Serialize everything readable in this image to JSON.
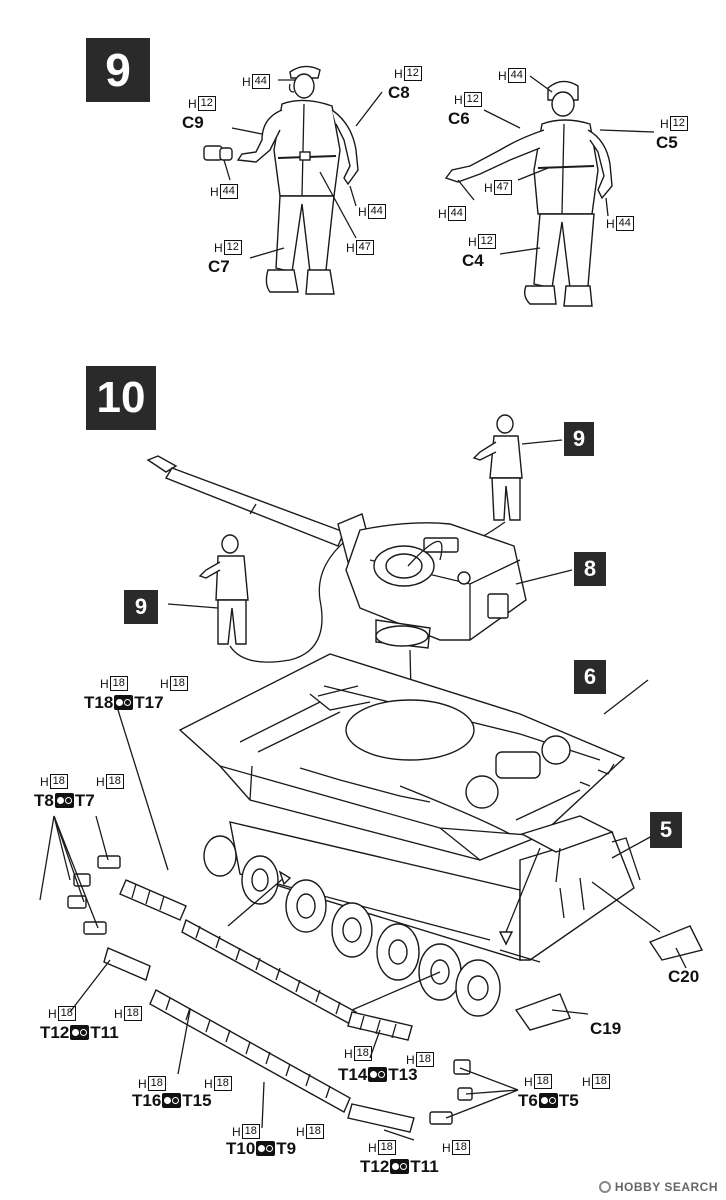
{
  "steps": [
    {
      "label": "9"
    },
    {
      "label": "10"
    }
  ],
  "step10_refs": {
    "ref_figure_right": "9",
    "ref_turret": "8",
    "ref_figure_left": "9",
    "ref_hull": "6",
    "ref_chassis": "5"
  },
  "step9": {
    "fig1": {
      "cap_paint": {
        "letter": "H",
        "num": "44"
      },
      "c8_paint": {
        "letter": "H",
        "num": "12"
      },
      "c8": "C8",
      "c9_paint": {
        "letter": "H",
        "num": "12"
      },
      "c9": "C9",
      "binocular_paint": {
        "letter": "H",
        "num": "44"
      },
      "hand_paint": {
        "letter": "H",
        "num": "44"
      },
      "belt_paint": {
        "letter": "H",
        "num": "47"
      },
      "c7_paint": {
        "letter": "H",
        "num": "12"
      },
      "c7": "C7"
    },
    "fig2": {
      "head_paint": {
        "letter": "H",
        "num": "44"
      },
      "c6_paint": {
        "letter": "H",
        "num": "12"
      },
      "c6": "C6",
      "c5_paint": {
        "letter": "H",
        "num": "12"
      },
      "c5": "C5",
      "belt_paint": {
        "letter": "H",
        "num": "47"
      },
      "left_hand_paint": {
        "letter": "H",
        "num": "44"
      },
      "right_hand_paint": {
        "letter": "H",
        "num": "44"
      },
      "c4_paint": {
        "letter": "H",
        "num": "12"
      },
      "c4": "C4"
    }
  },
  "step10_parts": {
    "t18_t17": {
      "paint_a": {
        "letter": "H",
        "num": "18"
      },
      "paint_b": {
        "letter": "H",
        "num": "18"
      },
      "a": "T18",
      "b": "T17"
    },
    "t8_t7": {
      "paint_a": {
        "letter": "H",
        "num": "18"
      },
      "paint_b": {
        "letter": "H",
        "num": "18"
      },
      "a": "T8",
      "b": "T7"
    },
    "t12_t11_a": {
      "paint_a": {
        "letter": "H",
        "num": "18"
      },
      "paint_b": {
        "letter": "H",
        "num": "18"
      },
      "a": "T12",
      "b": "T11"
    },
    "t14_t13": {
      "paint_a": {
        "letter": "H",
        "num": "18"
      },
      "paint_b": {
        "letter": "H",
        "num": "18"
      },
      "a": "T14",
      "b": "T13"
    },
    "t6_t5": {
      "paint_a": {
        "letter": "H",
        "num": "18"
      },
      "paint_b": {
        "letter": "H",
        "num": "18"
      },
      "a": "T6",
      "b": "T5"
    },
    "t16_t15": {
      "paint_a": {
        "letter": "H",
        "num": "18"
      },
      "paint_b": {
        "letter": "H",
        "num": "18"
      },
      "a": "T16",
      "b": "T15"
    },
    "t10_t9": {
      "paint_a": {
        "letter": "H",
        "num": "18"
      },
      "paint_b": {
        "letter": "H",
        "num": "18"
      },
      "a": "T10",
      "b": "T9"
    },
    "t12_t11_b": {
      "paint_a": {
        "letter": "H",
        "num": "18"
      },
      "paint_b": {
        "letter": "H",
        "num": "18"
      },
      "a": "T12",
      "b": "T11"
    },
    "c19": "C19",
    "c20": "C20"
  },
  "watermark": {
    "text": "HOBBY SEARCH"
  }
}
